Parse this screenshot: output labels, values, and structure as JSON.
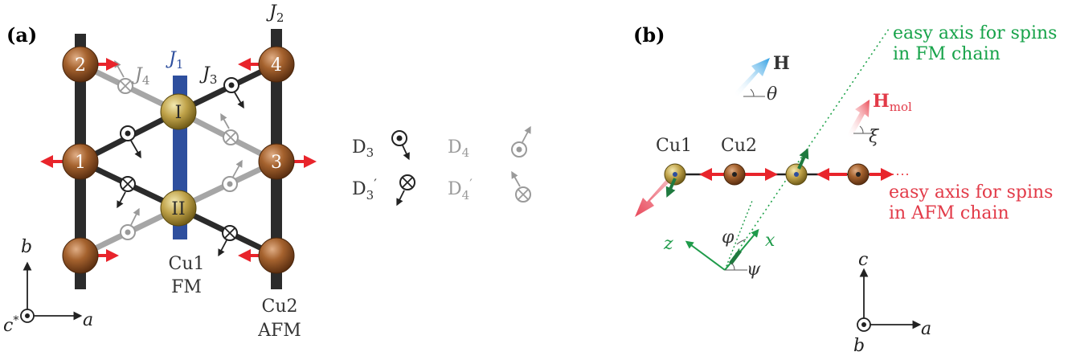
{
  "panel_a": {
    "label": "(a)",
    "coupling_J1": "J",
    "coupling_J1_sub": "1",
    "coupling_J2": "J",
    "coupling_J2_sub": "2",
    "coupling_J3": "J",
    "coupling_J3_sub": "3",
    "coupling_J4": "J",
    "coupling_J4_sub": "4",
    "sites": [
      "1",
      "2",
      "3",
      "4",
      "I",
      "II"
    ],
    "chain_cu1": "Cu1",
    "chain_cu1_type": "FM",
    "chain_cu2": "Cu2",
    "chain_cu2_type": "AFM",
    "axis_b": "b",
    "axis_a": "a",
    "axis_c": "c",
    "axis_c_sup": "*"
  },
  "legend": {
    "d3": "D",
    "d3_sub": "3",
    "d3p": "D",
    "d3p_sub": "3",
    "d3p_prime": "′",
    "d4": "D",
    "d4_sub": "4",
    "d4p": "D",
    "d4p_sub": "4",
    "d4p_prime": "′"
  },
  "panel_b": {
    "label": "(b)",
    "field_H": "H",
    "angle_theta": "θ",
    "field_Hmol": "H",
    "field_Hmol_sub": "mol",
    "angle_xi": "ξ",
    "cu1": "Cu1",
    "cu2": "Cu2",
    "fm_axis_line1": "easy axis for spins",
    "fm_axis_line2": "in FM chain",
    "afm_axis_line1": "easy axis for spins",
    "afm_axis_line2": "in AFM chain",
    "axis_z": "z",
    "axis_x": "x",
    "angle_phi": "φ",
    "angle_psi": "ψ",
    "axis_c": "c",
    "axis_a": "a",
    "axis_b": "b"
  },
  "colors": {
    "chain_dark": "#2b2b2b",
    "j1_blue": "#2e4f9e",
    "bond_gray": "#a6a6a6",
    "arrow_red": "#e8242b",
    "green": "#1f9b4a",
    "green_text": "#17a34a",
    "red_text": "#e23a48",
    "sky": "#38a8e6"
  }
}
